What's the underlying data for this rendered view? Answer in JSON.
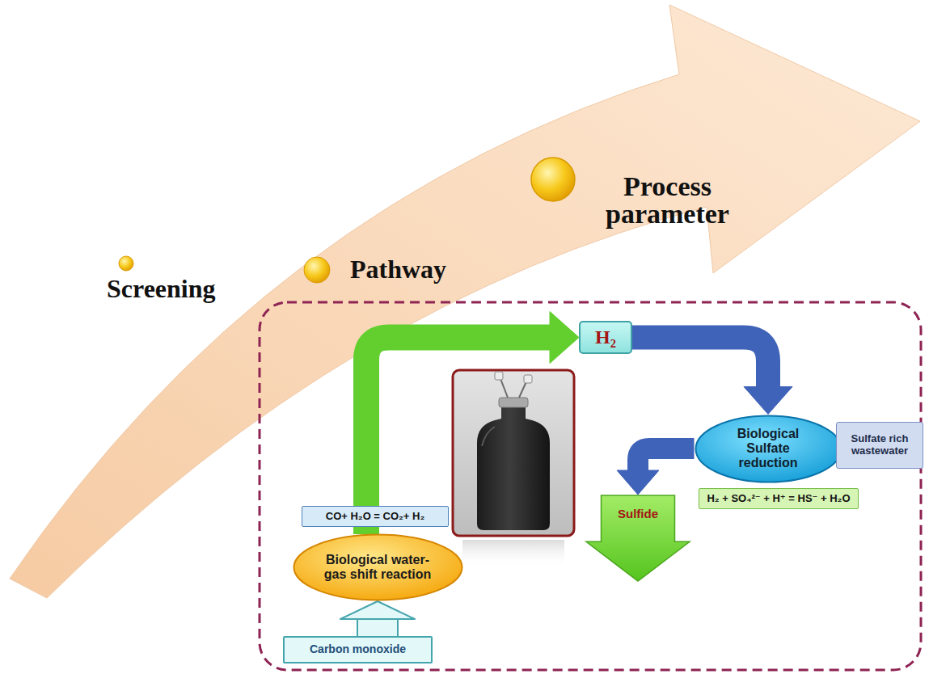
{
  "diagram": {
    "nodes": [
      {
        "text": [
          "H₂"
        ]
      },
      {
        "text": [
          "Biological water-gas shift reaction"
        ]
      },
      {
        "text": [
          "CO+ H₂O = CO₂+ H₂"
        ]
      },
      {
        "text": [
          "Biological Sulfate reduction"
        ]
      },
      {
        "text": [
          "Sulfate rich wastewater"
        ]
      },
      {
        "text": [
          "H₂ + SO₄²⁻ + H⁺ = HS⁻ + H₂O"
        ]
      },
      {
        "text": [
          "Carbon monoxide"
        ]
      },
      {
        "text": [
          "Sulfide"
        ]
      }
    ],
    "edges": [
      {
        "from": 1,
        "to": 0,
        "arrow": "to"
      },
      {
        "from": 0,
        "to": 3,
        "arrow": "to"
      },
      {
        "from": 3,
        "to": 7,
        "arrow": "to"
      },
      {
        "from": 6,
        "to": 1,
        "arrow": "to"
      }
    ],
    "labels": [
      "Screening",
      "Pathway",
      "Process parameter"
    ]
  }
}
